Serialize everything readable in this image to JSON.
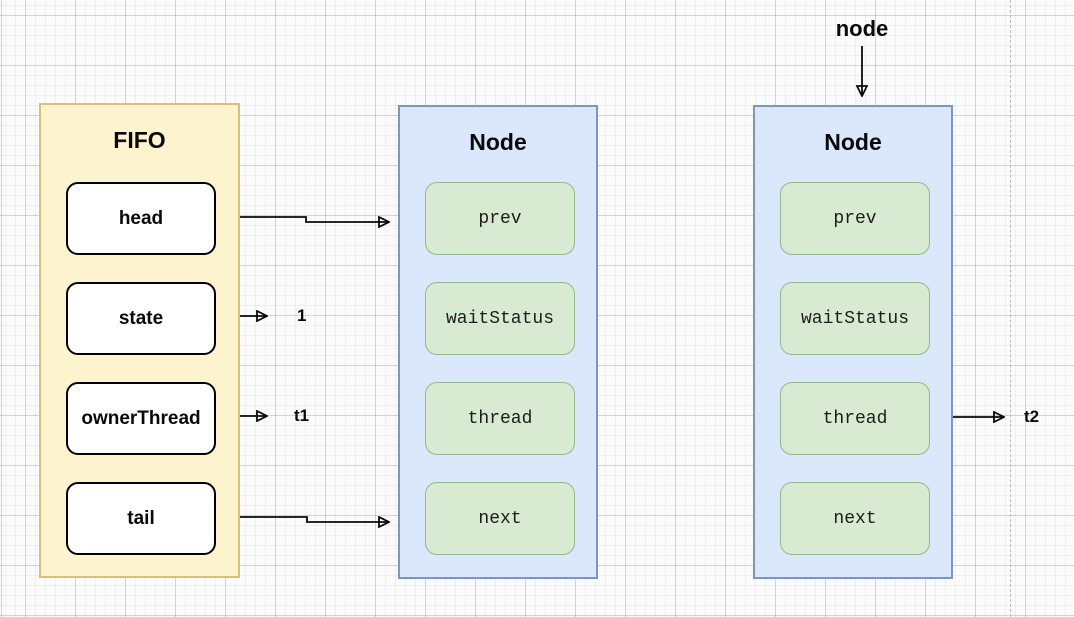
{
  "fifo": {
    "title": "FIFO",
    "items": [
      {
        "label": "head"
      },
      {
        "label": "state"
      },
      {
        "label": "ownerThread"
      },
      {
        "label": "tail"
      }
    ]
  },
  "node1": {
    "title": "Node",
    "fields": [
      {
        "label": "prev"
      },
      {
        "label": "waitStatus"
      },
      {
        "label": "thread"
      },
      {
        "label": "next"
      }
    ]
  },
  "node2": {
    "title": "Node",
    "fields": [
      {
        "label": "prev"
      },
      {
        "label": "waitStatus"
      },
      {
        "label": "thread"
      },
      {
        "label": "next"
      }
    ]
  },
  "labels": {
    "node_pointer": "node",
    "state_value": "1",
    "owner_thread_value": "t1",
    "thread2_value": "t2"
  },
  "connections": [
    {
      "from": "FIFO.head",
      "to": "Node1.prev"
    },
    {
      "from": "FIFO.state",
      "to": "1"
    },
    {
      "from": "FIFO.ownerThread",
      "to": "t1"
    },
    {
      "from": "FIFO.tail",
      "to": "Node1.next"
    },
    {
      "from": "Node2.thread",
      "to": "t2"
    },
    {
      "from": "node",
      "to": "Node2"
    }
  ],
  "colors": {
    "yellow-fill": "#fdf3cf",
    "yellow-stroke": "#d9bf77",
    "blue-fill": "#dbe8fb",
    "blue-stroke": "#7b97bf",
    "green-fill": "#d9ead2",
    "green-stroke": "#93b88c",
    "box-stroke": "#000000",
    "arrow": "#0a0a0a",
    "divider": "#b9b9b9"
  }
}
